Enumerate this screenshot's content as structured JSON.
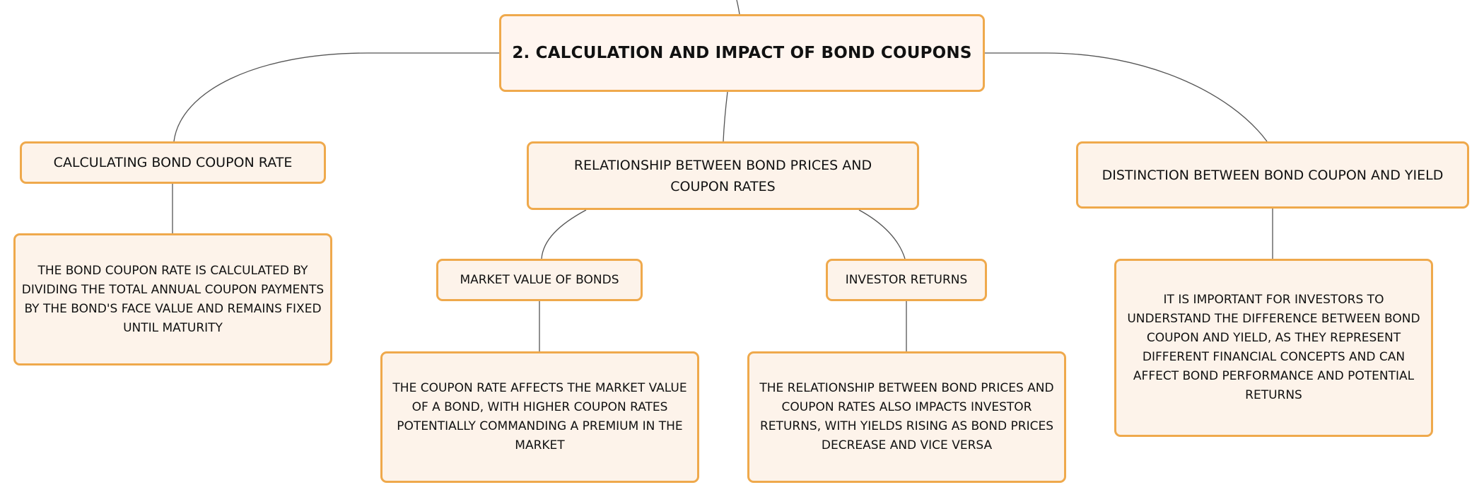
{
  "diagram": {
    "root": "2. CALCULATION AND IMPACT OF BOND COUPONS",
    "branches": [
      {
        "title": "CALCULATING BOND COUPON RATE",
        "detail": "THE BOND COUPON RATE IS CALCULATED BY DIVIDING THE TOTAL ANNUAL COUPON PAYMENTS BY THE BOND'S FACE VALUE AND REMAINS FIXED UNTIL MATURITY"
      },
      {
        "title": "RELATIONSHIP BETWEEN BOND PRICES AND COUPON RATES",
        "children": [
          {
            "title": "MARKET VALUE OF BONDS",
            "detail": "THE COUPON RATE AFFECTS THE MARKET VALUE OF A BOND, WITH HIGHER COUPON RATES POTENTIALLY COMMANDING A PREMIUM IN THE MARKET"
          },
          {
            "title": "INVESTOR RETURNS",
            "detail": "THE RELATIONSHIP BETWEEN BOND PRICES AND COUPON RATES ALSO IMPACTS INVESTOR RETURNS, WITH YIELDS RISING AS BOND PRICES DECREASE AND VICE VERSA"
          }
        ]
      },
      {
        "title": "DISTINCTION BETWEEN BOND COUPON AND YIELD",
        "detail": "IT IS IMPORTANT FOR INVESTORS TO UNDERSTAND THE DIFFERENCE BETWEEN BOND COUPON AND YIELD, AS THEY REPRESENT DIFFERENT FINANCIAL CONCEPTS AND CAN AFFECT BOND PERFORMANCE AND POTENTIAL RETURNS"
      }
    ]
  },
  "colors": {
    "node_fill": "#fdf3ea",
    "node_border": "#efa94c",
    "connector": "#555555",
    "text": "#111111"
  }
}
